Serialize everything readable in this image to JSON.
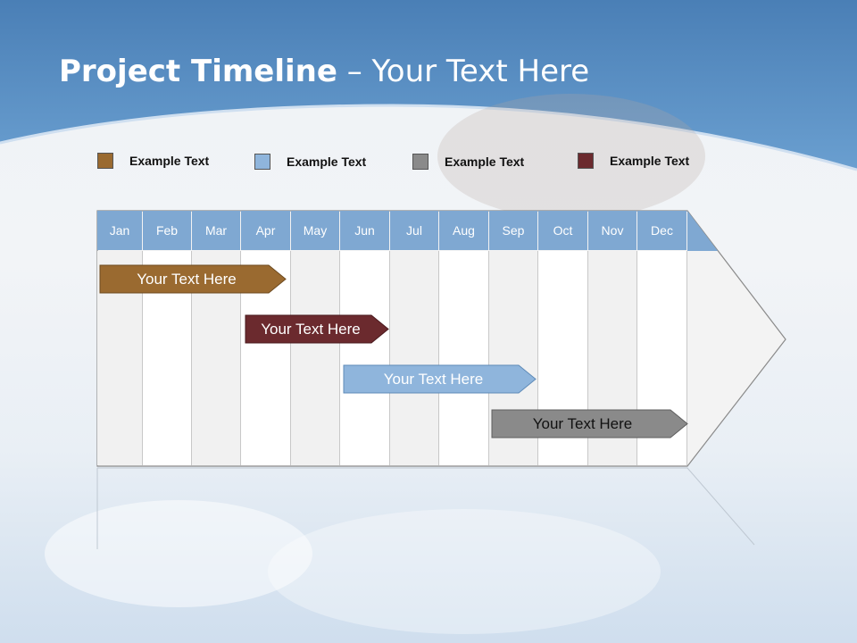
{
  "title": {
    "bold": "Project Timeline",
    "rest": " – Your Text Here"
  },
  "legend": [
    {
      "label": "Example Text",
      "color": "#9a6a30"
    },
    {
      "label": "Example Text",
      "color": "#8fb5dc"
    },
    {
      "label": "Example Text",
      "color": "#8a8a8a"
    },
    {
      "label": "Example Text",
      "color": "#6b2a2e"
    }
  ],
  "months": [
    "Jan",
    "Feb",
    "Mar",
    "Apr",
    "May",
    "Jun",
    "Jul",
    "Aug",
    "Sep",
    "Oct",
    "Nov",
    "Dec"
  ],
  "bars": [
    {
      "label": "Your  Text Here",
      "color": "#9a6a30",
      "text_color": "#ffffff",
      "start_month": "Jan",
      "end_month": "Apr"
    },
    {
      "label": "Your  Text Here",
      "color": "#6b2a2e",
      "text_color": "#ffffff",
      "start_month": "Apr",
      "end_month": "Jun"
    },
    {
      "label": "Your  Text Here",
      "color": "#8fb5dc",
      "text_color": "#ffffff",
      "start_month": "Jun",
      "end_month": "Sep"
    },
    {
      "label": "Your  Text Here",
      "color": "#8a8a8a",
      "text_color": "#111111",
      "start_month": "Sep",
      "end_month": "Dec"
    }
  ],
  "colors": {
    "header_blue": "#5b8fc4",
    "month_header": "#7fa8d2"
  }
}
